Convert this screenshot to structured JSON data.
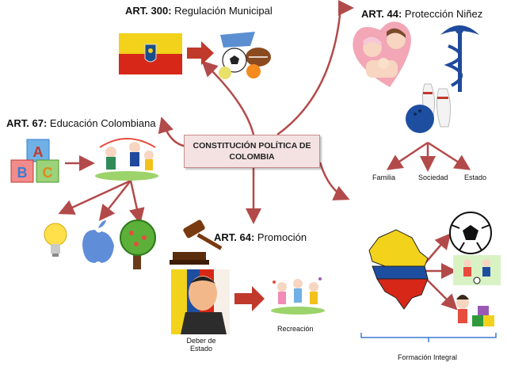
{
  "center": {
    "line1": "CONSTITUCIÓN POLÍTICA DE",
    "line2": "COLOMBIA"
  },
  "art300": {
    "num": "ART. 300:",
    "title": "Regulación Municipal"
  },
  "art44": {
    "num": "ART. 44:",
    "title": "Protección Niñez"
  },
  "art67": {
    "num": "ART. 67:",
    "title": "Educación Colombiana"
  },
  "art64": {
    "num": "ART. 64:",
    "title": "Promoción"
  },
  "art44_children": [
    "Familia",
    "Sociedad",
    "Estado"
  ],
  "art64_children": {
    "deber_line1": "Deber de",
    "deber_line2": "Estado",
    "recreacion": "Recreación"
  },
  "formacion": "Formación Integral",
  "colors": {
    "arrow": "#b34a4a",
    "box_fill": "#f4e2e2",
    "box_border": "#c98a8a",
    "bracket": "#3a7bd5"
  },
  "icons": [
    "bogota-flag-icon",
    "sports-balls-icon",
    "family-heart-icon",
    "caduceus-icon",
    "bowling-icon",
    "abc-blocks-icon",
    "children-playing-icon",
    "lightbulb-icon",
    "apple-logo-icon",
    "tree-icon",
    "gavel-icon",
    "president-caricature-icon",
    "kids-dancing-icon",
    "colombia-map-icon",
    "soccer-ball-icon",
    "kids-soccer-icon",
    "child-puzzle-icon"
  ]
}
